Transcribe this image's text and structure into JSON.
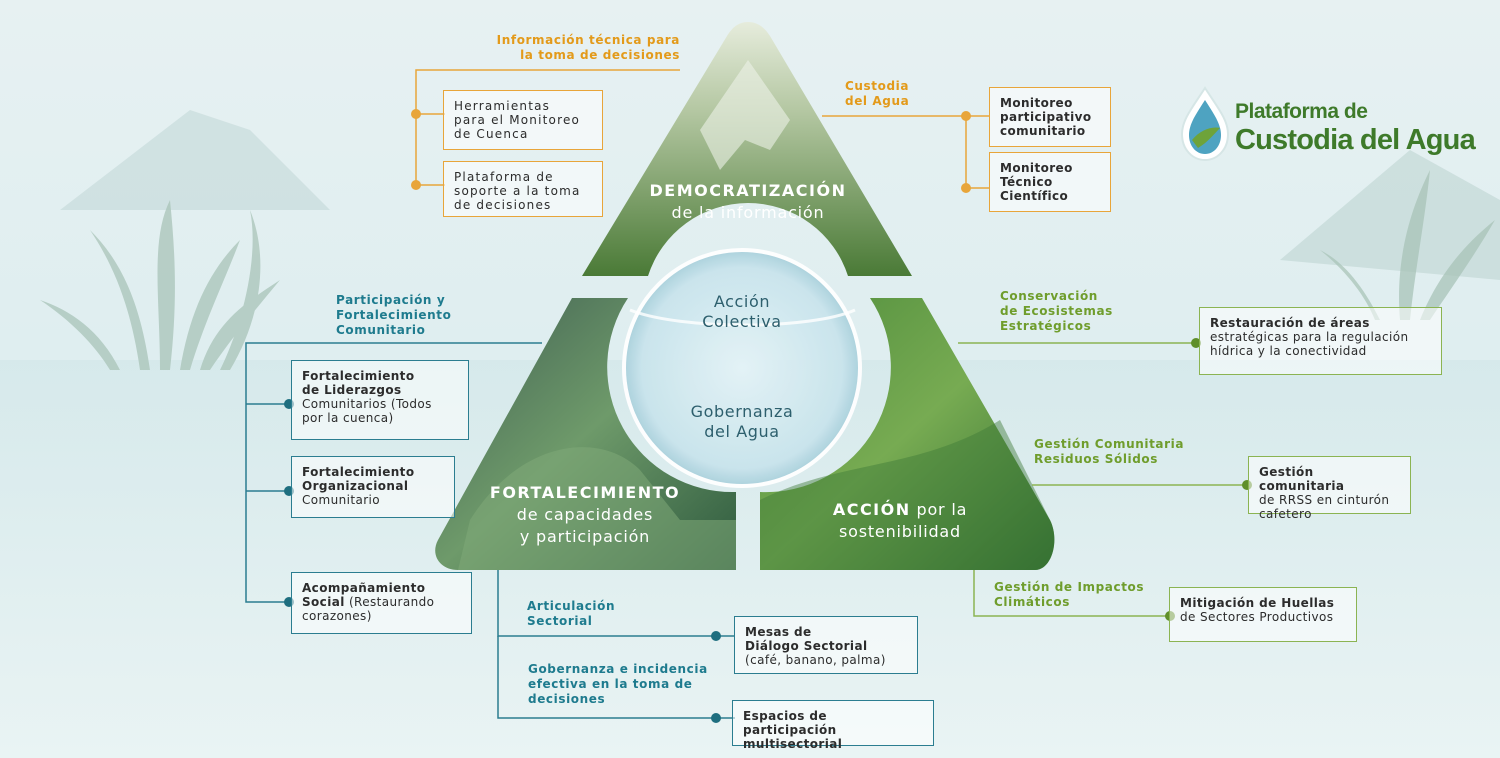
{
  "logo": {
    "line1": "Plataforma de",
    "line2": "Custodia del Agua"
  },
  "center": {
    "top_line1": "Acción",
    "top_line2": "Colectiva",
    "bottom_line1": "Gobernanza",
    "bottom_line2": "del Agua"
  },
  "sections": {
    "top": {
      "strong": "DEMOCRATIZACIÓN",
      "sub": "de la información"
    },
    "left": {
      "strong": "FORTALECIMIENTO",
      "sub1": "de capacidades",
      "sub2": "y participación"
    },
    "right": {
      "strong": "ACCIÓN",
      "sub1": "por la",
      "sub2": "sostenibilidad"
    }
  },
  "branches": {
    "info_tecnica": {
      "label1": "Información técnica para",
      "label2": "la toma de decisiones",
      "box1_l1": "Herramientas",
      "box1_l2": "para el Monitoreo",
      "box1_l3": "de Cuenca",
      "box2_l1": "Plataforma de",
      "box2_l2": "soporte a la toma",
      "box2_l3": "de decisiones"
    },
    "custodia": {
      "label1": "Custodia",
      "label2": "del Agua",
      "box1_l1": "Monitoreo",
      "box1_l2": "participativo",
      "box1_l3": "comunitario",
      "box2_l1": "Monitoreo",
      "box2_l2": "Técnico",
      "box2_l3": "Científico"
    },
    "participacion": {
      "label1": "Participación y",
      "label2": "Fortalecimiento",
      "label3": "Comunitario",
      "box1_b1": "Fortalecimiento",
      "box1_b2": "de Liderazgos",
      "box1_n1": "Comunitarios (Todos",
      "box1_n2": "por la cuenca)",
      "box2_b1": "Fortalecimiento",
      "box2_b2": "Organizacional",
      "box2_n1": "Comunitario",
      "box3_b1": "Acompañamiento",
      "box3_b2": "Social",
      "box3_n1": "(Restaurando",
      "box3_n2": "corazones)"
    },
    "articulacion": {
      "label1": "Articulación",
      "label2": "Sectorial",
      "box_b1": "Mesas de",
      "box_b2": "Diálogo Sectorial",
      "box_n1": "(café, banano, palma)"
    },
    "gobernanza": {
      "label1": "Gobernanza e incidencia",
      "label2": "efectiva en la toma de",
      "label3": "decisiones",
      "box_b1": "Espacios de participación",
      "box_b2": "multisectorial"
    },
    "conservacion": {
      "label1": "Conservación",
      "label2": "de Ecosistemas",
      "label3": "Estratégicos",
      "box_b1": "Restauración de áreas",
      "box_n1": "estratégicas para la regulación",
      "box_n2": "hídrica y la conectividad"
    },
    "residuos": {
      "label1": "Gestión Comunitaria",
      "label2": "Residuos Sólidos",
      "box_b1": "Gestión comunitaria",
      "box_n1": "de RRSS en cinturón",
      "box_n2": "cafetero"
    },
    "impactos": {
      "label1": "Gestión de Impactos",
      "label2": "Climáticos",
      "box_b1": "Mitigación de Huellas",
      "box_n1": "de Sectores Productivos"
    }
  },
  "colors": {
    "orange": "#e39a1a",
    "teal": "#1e7b8e",
    "green": "#6f9d2c"
  }
}
